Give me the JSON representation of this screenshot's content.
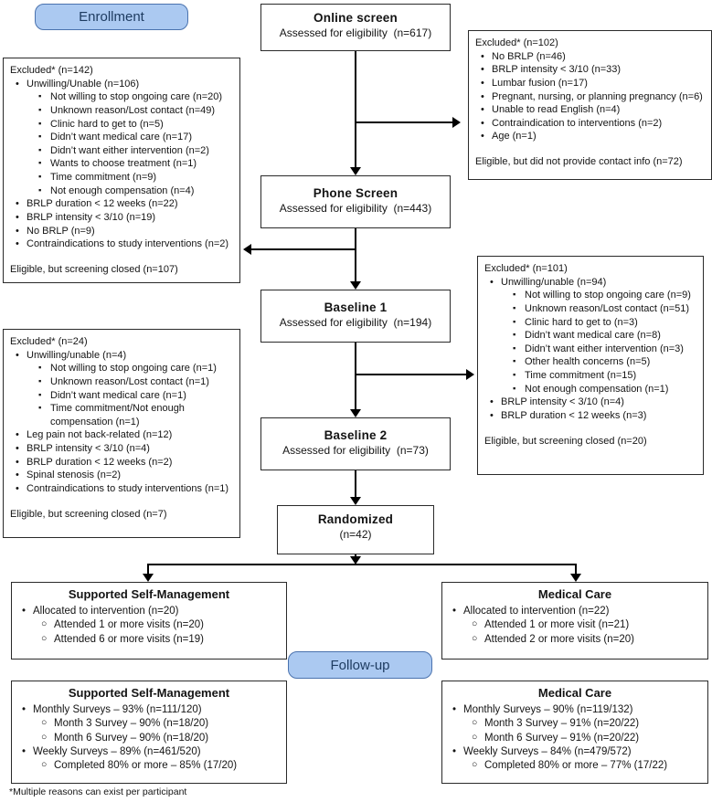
{
  "palette": {
    "badge_fill": "#abc9f1",
    "badge_border": "#4a72ae",
    "badge_text": "#1e3c61",
    "line_color": "#000000"
  },
  "badges": {
    "enrollment": "Enrollment",
    "followup": "Follow-up"
  },
  "flow": {
    "online": {
      "title": "Online screen",
      "subtitle": "Assessed for eligibility  (n=617)"
    },
    "phone": {
      "title": "Phone Screen",
      "subtitle": "Assessed for eligibility  (n=443)"
    },
    "baseline1": {
      "title": "Baseline 1",
      "subtitle": "Assessed for eligibility  (n=194)"
    },
    "baseline2": {
      "title": "Baseline 2",
      "subtitle": "Assessed for eligibility  (n=73)"
    },
    "randomized": {
      "title": "Randomized",
      "subtitle": "(n=42)"
    }
  },
  "excluded_online": {
    "items": [
      {
        "l": "h",
        "t": "Excluded* (n=102)"
      },
      {
        "l": "b1",
        "t": "No BRLP (n=46)"
      },
      {
        "l": "b1",
        "t": "BRLP intensity < 3/10 (n=33)"
      },
      {
        "l": "b1",
        "t": "Lumbar fusion (n=17)"
      },
      {
        "l": "b1",
        "t": "Pregnant, nursing, or planning pregnancy (n=6)"
      },
      {
        "l": "b1",
        "t": "Unable to read English (n=4)"
      },
      {
        "l": "b1",
        "t": "Contraindication to interventions (n=2)"
      },
      {
        "l": "b1",
        "t": "Age (n=1)"
      },
      {
        "l": "gap",
        "t": ""
      },
      {
        "l": "f",
        "t": "Eligible, but did not provide contact info (n=72)"
      }
    ]
  },
  "excluded_phone": {
    "items": [
      {
        "l": "h",
        "t": "Excluded* (n=142)"
      },
      {
        "l": "b1",
        "t": "Unwilling/Unable (n=106)"
      },
      {
        "l": "b2",
        "t": "Not willing to stop ongoing care (n=20)"
      },
      {
        "l": "b2",
        "t": "Unknown reason/Lost contact (n=49)"
      },
      {
        "l": "b2",
        "t": "Clinic hard to get to (n=5)"
      },
      {
        "l": "b2",
        "t": "Didn’t want medical care (n=17)"
      },
      {
        "l": "b2",
        "t": "Didn’t want either intervention (n=2)"
      },
      {
        "l": "b2",
        "t": "Wants to choose treatment (n=1)"
      },
      {
        "l": "b2",
        "t": "Time commitment (n=9)"
      },
      {
        "l": "b2",
        "t": "Not enough compensation (n=4)"
      },
      {
        "l": "b1",
        "t": "BRLP duration < 12 weeks (n=22)"
      },
      {
        "l": "b1",
        "t": "BRLP intensity < 3/10 (n=19)"
      },
      {
        "l": "b1",
        "t": "No BRLP (n=9)"
      },
      {
        "l": "b1",
        "t": "Contraindications to study interventions (n=2)"
      },
      {
        "l": "gap",
        "t": ""
      },
      {
        "l": "f",
        "t": "Eligible, but screening closed (n=107)"
      }
    ]
  },
  "excluded_baseline1": {
    "items": [
      {
        "l": "h",
        "t": "Excluded* (n=101)"
      },
      {
        "l": "b1",
        "t": "Unwilling/unable (n=94)"
      },
      {
        "l": "b2",
        "t": "Not willing to stop ongoing care (n=9)"
      },
      {
        "l": "b2",
        "t": "Unknown reason/Lost contact (n=51)"
      },
      {
        "l": "b2",
        "t": "Clinic hard to get to (n=3)"
      },
      {
        "l": "b2",
        "t": "Didn’t want medical care (n=8)"
      },
      {
        "l": "b2",
        "t": "Didn’t want either intervention (n=3)"
      },
      {
        "l": "b2",
        "t": "Other health concerns (n=5)"
      },
      {
        "l": "b2",
        "t": "Time commitment (n=15)"
      },
      {
        "l": "b2",
        "t": "Not enough compensation (n=1)"
      },
      {
        "l": "b1",
        "t": "BRLP intensity < 3/10 (n=4)"
      },
      {
        "l": "b1",
        "t": "BRLP duration < 12 weeks (n=3)"
      },
      {
        "l": "gap",
        "t": ""
      },
      {
        "l": "f",
        "t": "Eligible, but screening closed (n=20)"
      }
    ]
  },
  "excluded_baseline2": {
    "items": [
      {
        "l": "h",
        "t": "Excluded* (n=24)"
      },
      {
        "l": "b1",
        "t": "Unwilling/unable (n=4)"
      },
      {
        "l": "b2",
        "t": "Not willing to stop ongoing care (n=1)"
      },
      {
        "l": "b2",
        "t": "Unknown reason/Lost contact (n=1)"
      },
      {
        "l": "b2",
        "t": "Didn’t want medical care (n=1)"
      },
      {
        "l": "b2",
        "t": "Time commitment/Not enough compensation (n=1)"
      },
      {
        "l": "b1",
        "t": "Leg pain not back-related (n=12)"
      },
      {
        "l": "b1",
        "t": "BRLP intensity < 3/10 (n=4)"
      },
      {
        "l": "b1",
        "t": "BRLP duration < 12 weeks (n=2)"
      },
      {
        "l": "b1",
        "t": "Spinal stenosis (n=2)"
      },
      {
        "l": "b1",
        "t": "Contraindications to study interventions (n=1)"
      },
      {
        "l": "gap",
        "t": ""
      },
      {
        "l": "f",
        "t": "Eligible, but screening closed (n=7)"
      }
    ]
  },
  "arm_ssm": {
    "title": "Supported Self-Management",
    "items": [
      {
        "l": "b1",
        "t": "Allocated to intervention (n=20)"
      },
      {
        "l": "o",
        "t": "Attended 1 or more visits (n=20)"
      },
      {
        "l": "o",
        "t": "Attended 6 or more visits (n=19)"
      }
    ]
  },
  "arm_mc": {
    "title": "Medical Care",
    "items": [
      {
        "l": "b1",
        "t": "Allocated to intervention (n=22)"
      },
      {
        "l": "o",
        "t": "Attended 1 or more visit (n=21)"
      },
      {
        "l": "o",
        "t": "Attended 2 or more visits (n=20)"
      }
    ]
  },
  "fu_ssm": {
    "title": "Supported Self-Management",
    "items": [
      {
        "l": "b1",
        "t": "Monthly Surveys – 93% (n=111/120)"
      },
      {
        "l": "o",
        "t": "Month 3 Survey – 90% (n=18/20)"
      },
      {
        "l": "o",
        "t": "Month 6 Survey – 90% (n=18/20)"
      },
      {
        "l": "b1",
        "t": "Weekly Surveys – 89% (n=461/520)"
      },
      {
        "l": "o",
        "t": "Completed 80% or more – 85% (17/20)"
      }
    ]
  },
  "fu_mc": {
    "title": "Medical Care",
    "items": [
      {
        "l": "b1",
        "t": "Monthly Surveys – 90% (n=119/132)"
      },
      {
        "l": "o",
        "t": "Month 3 Survey – 91% (n=20/22)"
      },
      {
        "l": "o",
        "t": "Month 6 Survey – 91% (n=20/22)"
      },
      {
        "l": "b1",
        "t": "Weekly Surveys – 84% (n=479/572)"
      },
      {
        "l": "o",
        "t": "Completed 80% or more – 77% (17/22)"
      }
    ]
  },
  "footnote": "*Multiple reasons can exist per participant"
}
